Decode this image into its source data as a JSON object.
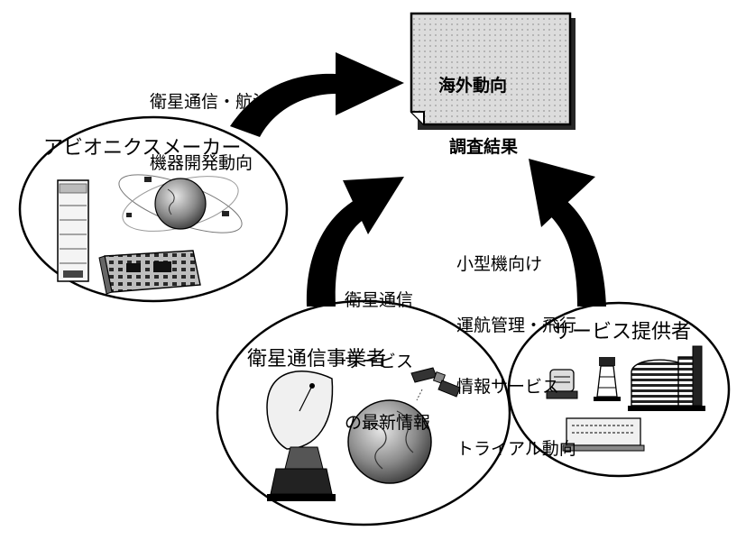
{
  "document": {
    "lines": [
      "海外動向",
      "調査結果"
    ],
    "fill_color": "#e6e6e6"
  },
  "nodes": {
    "avionics": {
      "label": "アビオニクスメーカー"
    },
    "satellite_operator": {
      "label": "衛星通信事業者"
    },
    "service_provider": {
      "label": "サービス提供者"
    }
  },
  "arrows": {
    "avionics_to_doc": {
      "lines": [
        "衛星通信・航法",
        "機器開発動向"
      ]
    },
    "satellite_to_doc": {
      "lines": [
        "衛星通信",
        "サービス",
        "の最新情報"
      ]
    },
    "service_to_doc": {
      "lines": [
        "小型機向け",
        "運航管理・飛行",
        "情報サービス",
        "トライアル動向"
      ]
    }
  },
  "colors": {
    "ink": "#000000",
    "paper": "#ffffff",
    "globe": "#9a9a9a"
  },
  "icons": [
    "server-rack-icon",
    "satellite-orbit-icon",
    "circuit-board-icon",
    "dish-antenna-icon",
    "satellite-icon",
    "globe-icon",
    "radar-icon",
    "tower-icon",
    "building-icon",
    "terminal-icon"
  ]
}
